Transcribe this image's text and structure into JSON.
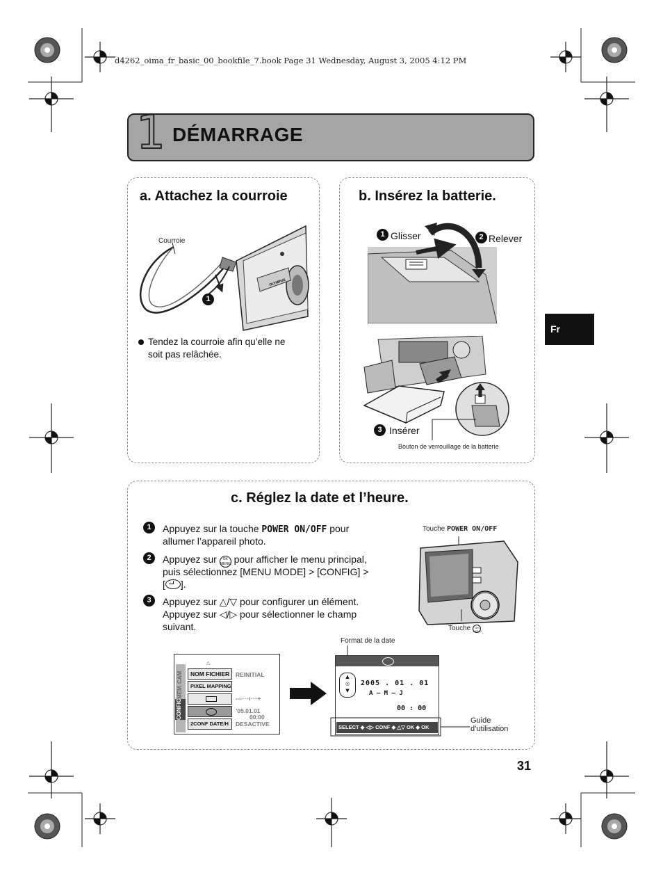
{
  "header_line": "d4262_oima_fr_basic_00_bookfile_7.book  Page 31  Wednesday, August 3, 2005  4:12 PM",
  "chapter": {
    "number": "1",
    "title": "DÉMARRAGE"
  },
  "section_a": {
    "title": "a. Attachez la courroie",
    "callout": "Courroie",
    "step_marker": "1",
    "bullet_line1": "Tendez la courroie afin qu’elle ne",
    "bullet_line2": "soit pas relâchée."
  },
  "section_b": {
    "title": "b. Insérez la batterie.",
    "step1": {
      "num": "1",
      "label": "Glisser"
    },
    "step2": {
      "num": "2",
      "label": "Relever"
    },
    "step3": {
      "num": "3",
      "label": "Insérer"
    },
    "lock_label": "Bouton de verrouillage de la batterie"
  },
  "section_c": {
    "title": "c. Réglez la date et l’heure.",
    "steps": [
      {
        "num": "1",
        "pre": "Appuyez sur la touche ",
        "bold": "POWER ON/OFF",
        "post": " pour",
        "line2": "allumer l’appareil photo."
      },
      {
        "num": "2",
        "pre": "Appuyez sur ",
        "post": " pour afficher le menu principal,",
        "line2": "puis sélectionnez [MENU MODE] > [CONFIG] >",
        "line3_pre": "[",
        "line3_post": "]."
      },
      {
        "num": "3",
        "line1_pre": "Appuyez sur ",
        "line1_post": " pour configurer un élément.",
        "line2_pre": "Appuyez sur ",
        "line2_post": " pour sélectionner le champ",
        "line3": "suivant."
      }
    ],
    "touche_power_pre": "Touche ",
    "touche_power_bold": "POWER ON/OFF",
    "touche_ok": "Touche",
    "format_label": "Format de la date",
    "guide_line1": "Guide",
    "guide_line2": "d’utilisation",
    "menu": {
      "tabs": [
        "CONFIG",
        "MEM",
        "CAM"
      ],
      "items": [
        "NOM FICHIER",
        "PIXEL MAPPING",
        "",
        "",
        "2CONF DATE/H"
      ],
      "values": [
        "REINITIAL",
        "",
        "",
        "’05.01.01",
        "00:00",
        "DESACTIVE"
      ]
    },
    "lcd": {
      "date": "2005 . 01 . 01",
      "order": "A — M — J",
      "time": "00 : 00",
      "guide_bar": "SELECT ◆ ◁▷  CONF ◆ △▽   OK ◆ OK"
    }
  },
  "lang_tab": "Fr",
  "page_number": "31"
}
